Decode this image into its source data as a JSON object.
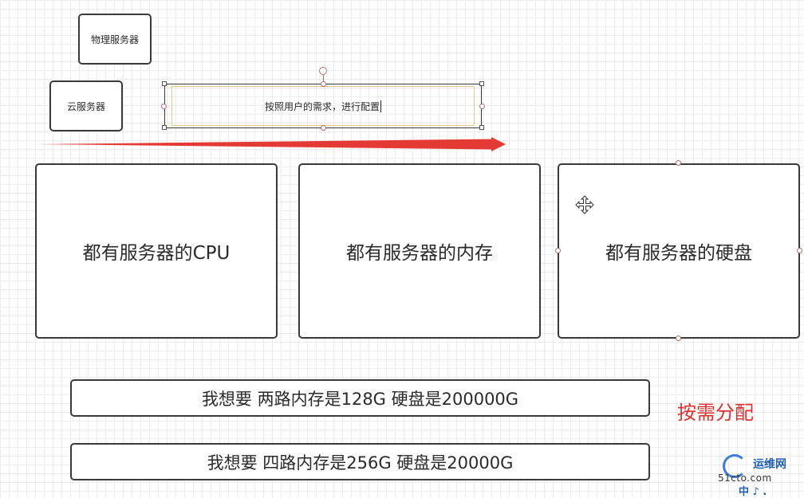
{
  "top_nodes": {
    "physical_server": "物理服务器",
    "cloud_server": "云服务器",
    "config_note": "按照用户的需求，进行配置"
  },
  "resource_boxes": {
    "cpu": "都有服务器的CPU",
    "memory": "都有服务器的内存",
    "disk": "都有服务器的硬盘"
  },
  "requests": [
    "我想要 两路内存是128G 硬盘是200000G",
    "我想要 四路内存是256G 硬盘是20000G"
  ],
  "annotation": {
    "text": "按需分配",
    "color": "#e03030"
  },
  "watermark": {
    "title": "运维网",
    "url": "51cto.com",
    "badge": "中 ♪ ."
  },
  "colors": {
    "arrow": "#e53935",
    "selection_border": "#e3c98a",
    "box_border": "#3a3a3a"
  },
  "icons": {
    "cursor": "move-cursor-icon",
    "logo": "site-logo-icon"
  }
}
